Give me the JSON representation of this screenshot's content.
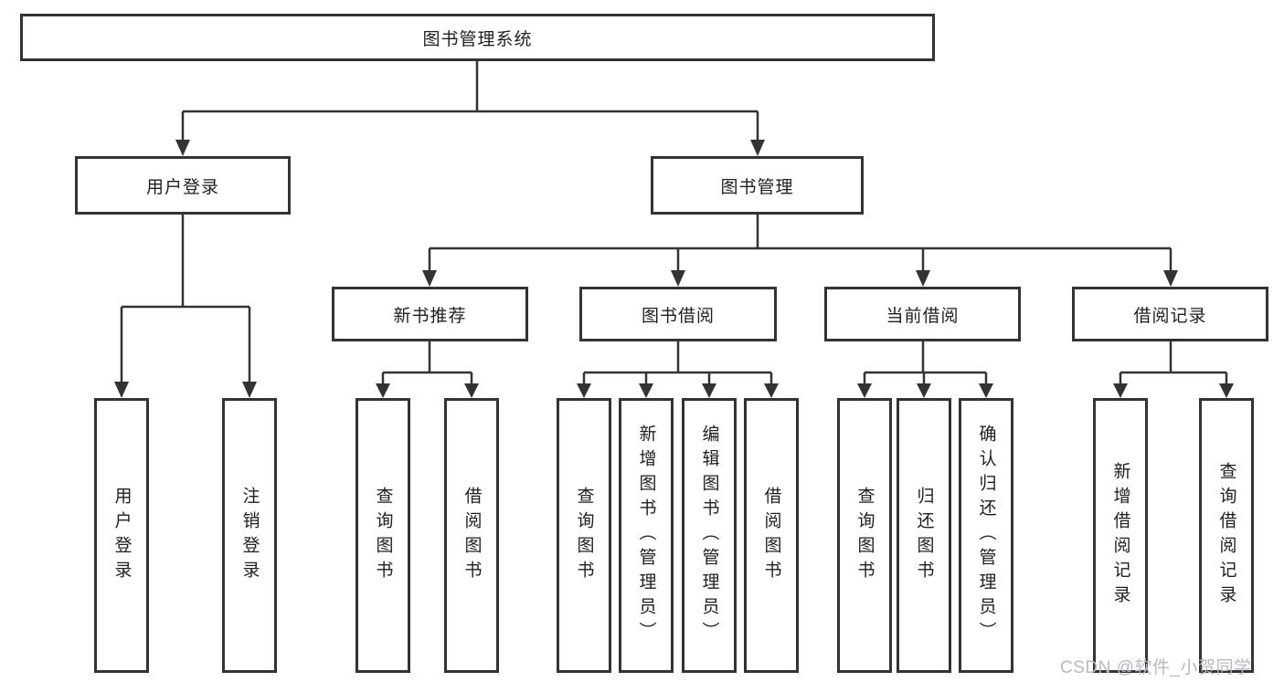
{
  "tree": {
    "label": "图书管理系统",
    "children": [
      {
        "label": "用户登录",
        "children": [
          {
            "label": "用户登录"
          },
          {
            "label": "注销登录"
          }
        ]
      },
      {
        "label": "图书管理",
        "children": [
          {
            "label": "新书推荐",
            "children": [
              {
                "label": "查询图书"
              },
              {
                "label": "借阅图书"
              }
            ]
          },
          {
            "label": "图书借阅",
            "children": [
              {
                "label": "查询图书"
              },
              {
                "label": "新增图书（管理员）"
              },
              {
                "label": "编辑图书（管理员）"
              },
              {
                "label": "借阅图书"
              }
            ]
          },
          {
            "label": "当前借阅",
            "children": [
              {
                "label": "查询图书"
              },
              {
                "label": "归还图书"
              },
              {
                "label": "确认归还（管理员）"
              }
            ]
          },
          {
            "label": "借阅记录",
            "children": [
              {
                "label": "新增借阅记录"
              },
              {
                "label": "查询借阅记录"
              }
            ]
          }
        ]
      }
    ]
  },
  "watermark": {
    "text": "CSDN @软件_小贺同学"
  },
  "colors": {
    "line": "#333333",
    "text": "#1f1f1f",
    "box_background": "#ffffff",
    "page_background": "#ffffff",
    "watermark": "#b6bac0"
  }
}
